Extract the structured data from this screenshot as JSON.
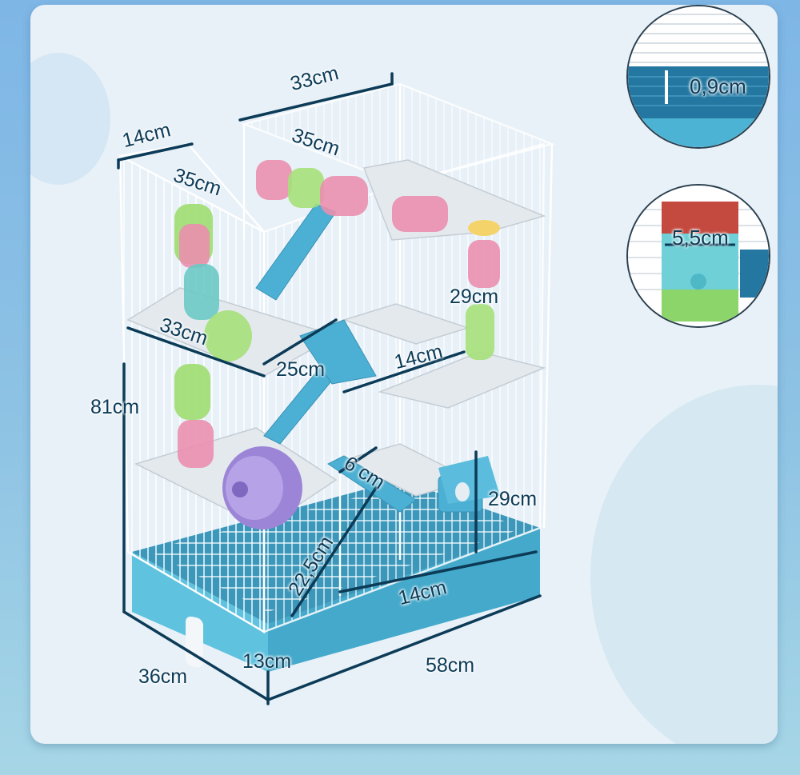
{
  "dimensions": {
    "top_width": "33cm",
    "top_depth": "14cm",
    "platform_top": "35cm",
    "platform_upper_left": "35cm",
    "platform_left_depth": "33cm",
    "platform_mid": "25cm",
    "shelf_right_depth": "14cm",
    "upper_level_height": "29cm",
    "total_height": "81cm",
    "ramp_width": "6 cm",
    "ramp_length": "22,5cm",
    "lower_level_height": "29cm",
    "bottom_shelf_depth": "14cm",
    "base_depth": "36cm",
    "base_height": "13cm",
    "base_width": "58cm"
  },
  "details": {
    "bar_spacing": "0,9cm",
    "tube_diameter": "5,5cm"
  },
  "colors": {
    "base_blue": "#4fb6d6",
    "dimension_line": "#0c3b57",
    "wire": "#ffffff",
    "tube_pink": "#e98aa8",
    "tube_green": "#8fd66a",
    "wheel_purple": "#9c85d6"
  }
}
